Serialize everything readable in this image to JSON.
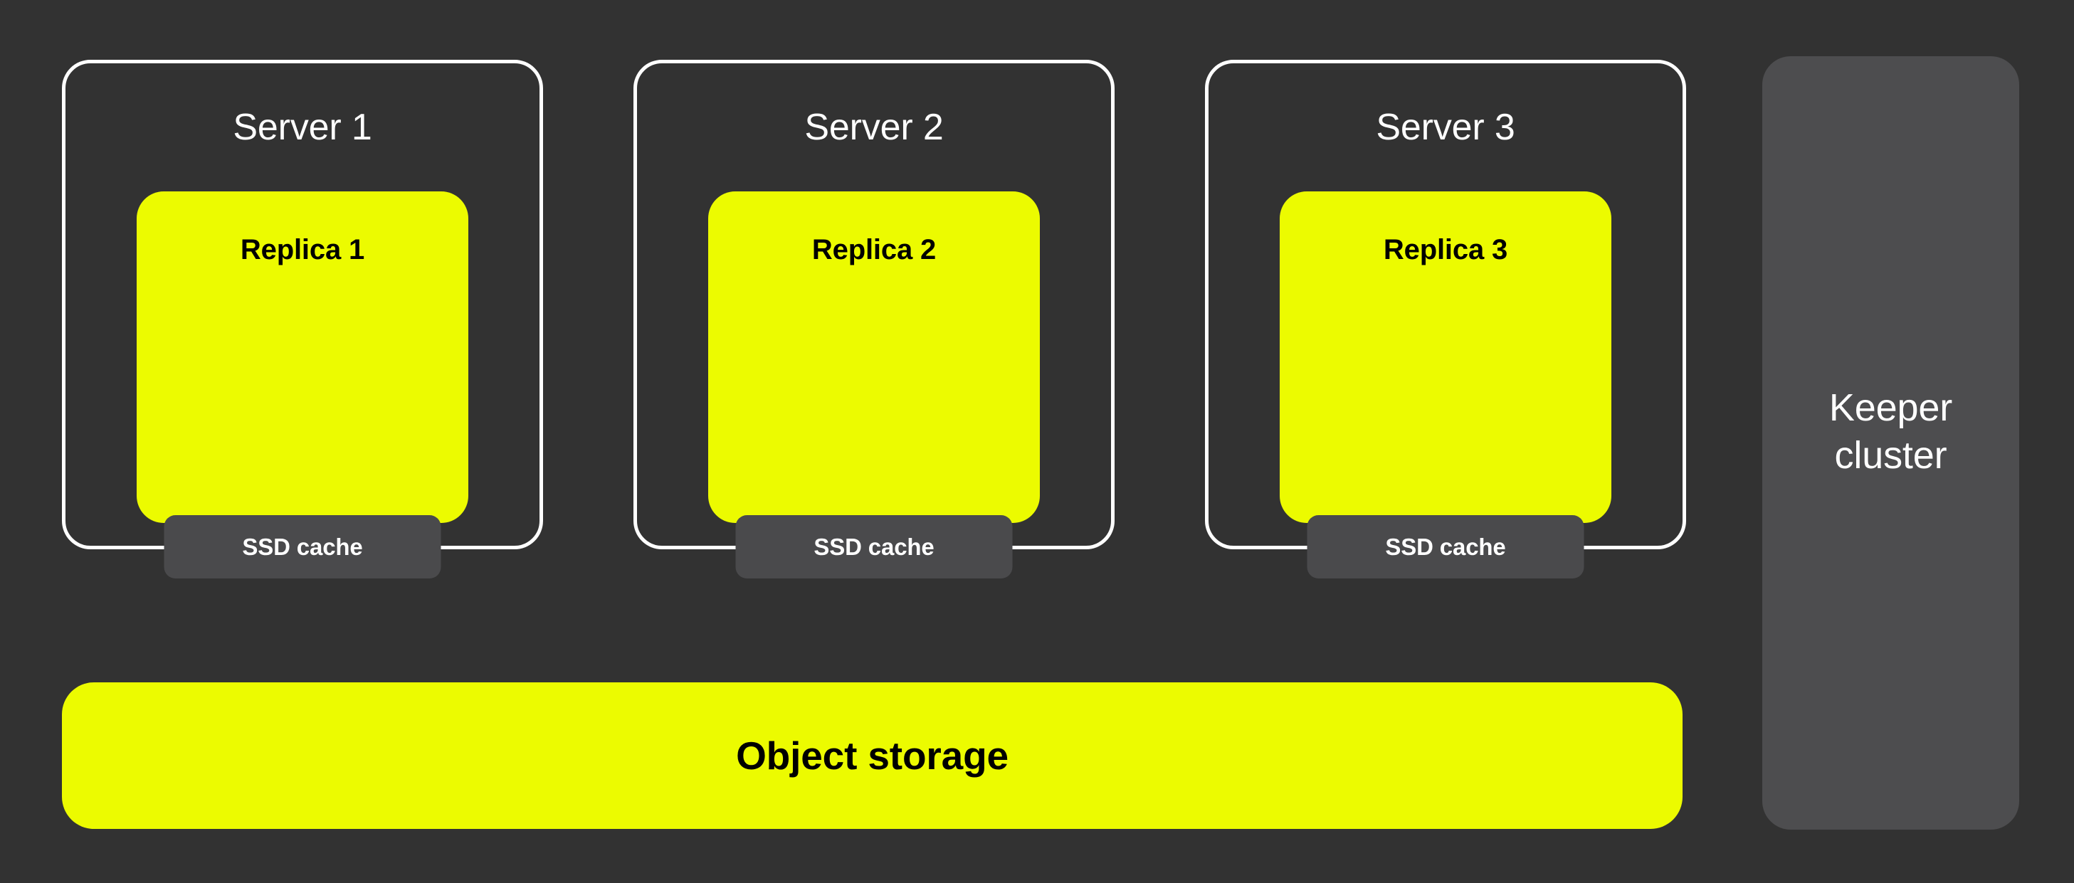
{
  "colors": {
    "background": "#323232",
    "accent_yellow": "#ECFB00",
    "cache_gray": "#4A4A4C",
    "keeper_gray": "#4D4D4F",
    "border_white": "#FFFFFF",
    "label_light": "#FFFFFF",
    "label_dark": "#000000"
  },
  "servers": [
    {
      "label": "Server 1",
      "replica_label": "Replica 1",
      "cache_label": "SSD cache"
    },
    {
      "label": "Server 2",
      "replica_label": "Replica 2",
      "cache_label": "SSD cache"
    },
    {
      "label": "Server 3",
      "replica_label": "Replica 3",
      "cache_label": "SSD cache"
    }
  ],
  "object_storage": {
    "label": "Object storage"
  },
  "keeper": {
    "label": "Keeper cluster"
  }
}
